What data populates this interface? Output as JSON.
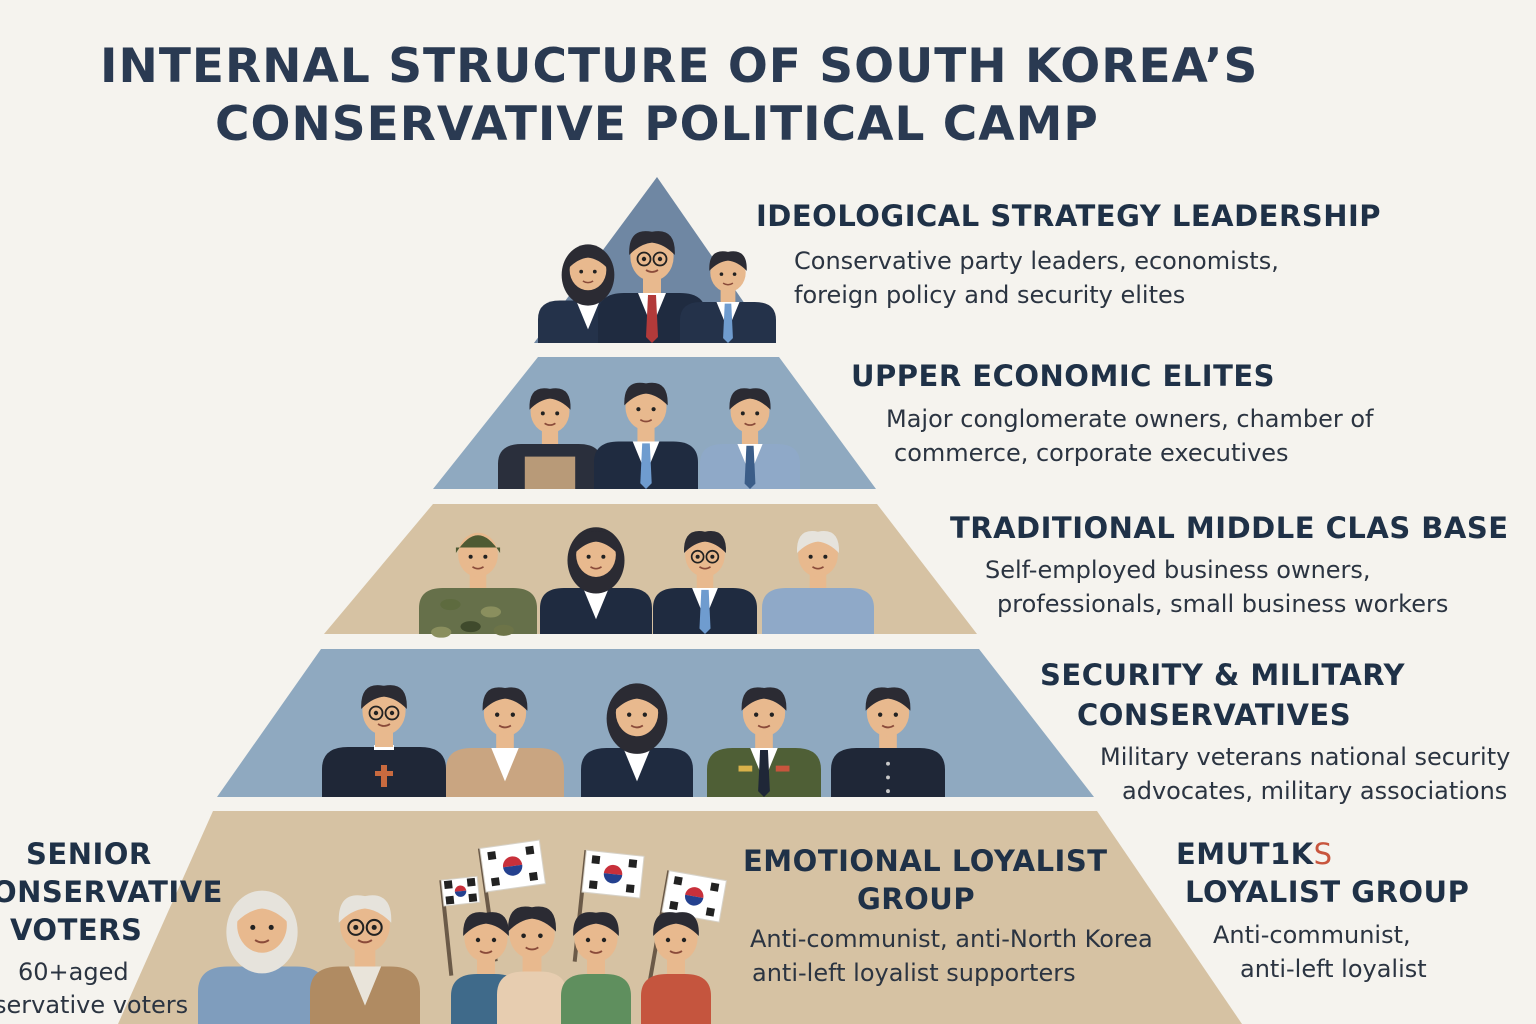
{
  "title": {
    "line1": "INTERNAL STRUCTURE OF SOUTH KOREA’S",
    "line2": "CONSERVATIVE POLITICAL CAMP"
  },
  "colors": {
    "background": "#f5f3ee",
    "tier_blue": "#8fa9c0",
    "tier_tan": "#d6c2a3",
    "apex": "#6f87a3",
    "text": "#1f3147"
  },
  "tiers": [
    {
      "id": "ideological",
      "heading": "IDEOLOGICAL STRATEGY LEADERSHIP",
      "desc": [
        "Conservative party leaders, economists,",
        "foreign policy and security elites"
      ],
      "people": [
        "woman-suit",
        "man-glasses-red-tie",
        "man-blue-tie"
      ]
    },
    {
      "id": "economic",
      "heading": "UPPER ECONOMIC ELITES",
      "desc": [
        "Major conglomerate owners, chamber of",
        "commerce, corporate executives"
      ],
      "people": [
        "man-apron",
        "man-suit",
        "man-blue-shirt"
      ]
    },
    {
      "id": "middle",
      "heading": "TRADITIONAL MIDDLE CLAS BASE",
      "desc": [
        "Self-employed business owners,",
        "professionals, small business workers"
      ],
      "people": [
        "soldier-camo",
        "woman-suit",
        "man-glasses-suit",
        "elder-blue-shirt"
      ]
    },
    {
      "id": "security",
      "heading_lines": [
        "SECURITY & MILITARY",
        "CONSERVATIVES"
      ],
      "desc": [
        "Military veterans national security",
        "advocates, military associations"
      ],
      "people": [
        "priest-glasses",
        "man-tan-sweater",
        "woman-dark-suit",
        "officer-green-uniform",
        "man-dark-jacket"
      ]
    },
    {
      "id": "emotional",
      "heading_lines": [
        "EMOTIONAL LOYALIST",
        "GROUP"
      ],
      "desc": [
        "Anti-communist, anti-North Korea",
        "anti-left loyalist supporters"
      ],
      "people": [
        "senior-woman",
        "senior-man-glasses",
        "crowd-with-flags"
      ]
    }
  ],
  "side_left": {
    "heading_lines": [
      "SENIOR",
      "ONSERVATIVE",
      "VOTERS"
    ],
    "desc": [
      "60+aged",
      "servative voters"
    ]
  },
  "side_right": {
    "heading_glitch": "EMUT1K",
    "heading_glitch_accent": "S",
    "heading_line2": "LOYALIST GROUP",
    "desc": [
      "Anti-communist,",
      "anti-left loyalist"
    ]
  }
}
